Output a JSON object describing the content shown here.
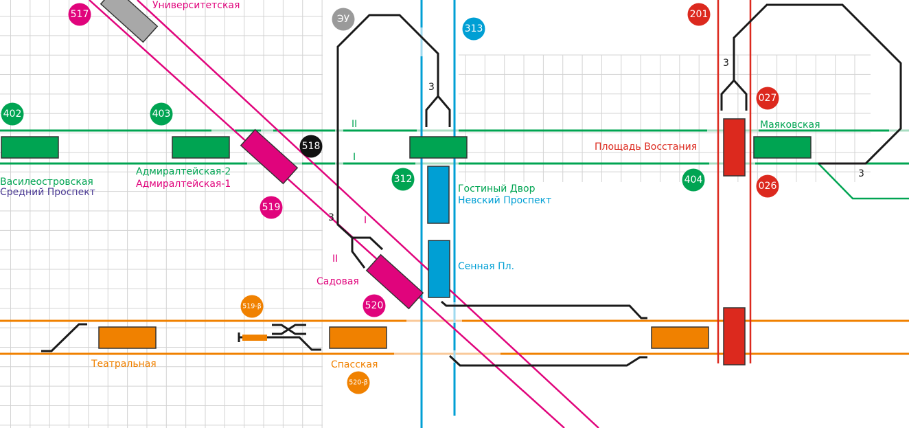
{
  "colors": {
    "line1_red": "#dc291e",
    "line2_blue": "#009fd4",
    "line3_green": "#00a452",
    "line4_orange": "#f08100",
    "line5_purple": "#e0047c",
    "line_purple_text": "#4b3a95",
    "service_black": "#1a1a1a",
    "depot_gray": "#a8a8a8",
    "grid": "#d0d0d0"
  },
  "stations": {
    "universitetskaya": "Университетская",
    "vasileostrovskaya": "Василеостровская",
    "sredny_prospekt": "Средний Проспект",
    "admiralteyskaya_2": "Адмиралтейская-2",
    "admiralteyskaya_1": "Адмиралтейская-1",
    "gostiny_dvor": "Гостиный Двор",
    "nevsky_prospekt": "Невский Проспект",
    "sennaya": "Сенная Пл.",
    "sadovaya": "Садовая",
    "spasskaya": "Спасская",
    "teatralnaya": "Театральная",
    "ploshchad_vosstaniya": "Площадь Восстания",
    "mayakovskaya": "Маяковская"
  },
  "badges": {
    "b517": "517",
    "b402": "402",
    "b403": "403",
    "b518": "518",
    "b519": "519",
    "b520": "520",
    "b519beta": "519-β",
    "b520beta": "520-β",
    "b_eu": "ЭУ",
    "b313": "313",
    "b312": "312",
    "b201": "201",
    "b027": "027",
    "b026": "026",
    "b404": "404"
  },
  "track_labels": {
    "green_II": "II",
    "green_I": "I",
    "purple_I": "I",
    "purple_II": "II",
    "connector_3_left": "3",
    "connector_3_center": "3",
    "connector_3_right_top": "3",
    "connector_3_right_bottom": "3"
  }
}
